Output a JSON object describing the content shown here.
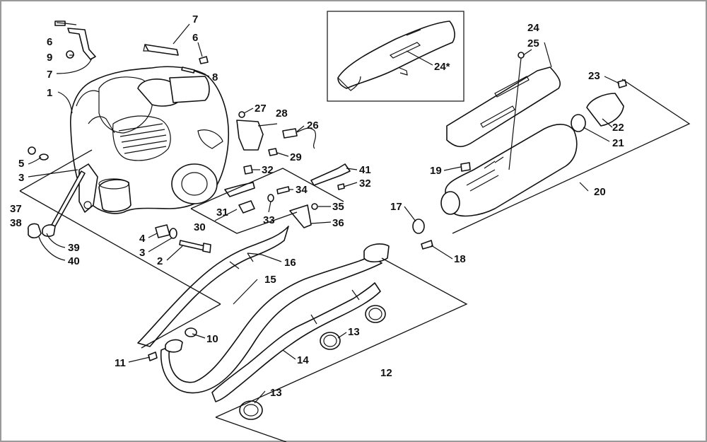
{
  "callouts": [
    {
      "id": "c1",
      "label": "1"
    },
    {
      "id": "c2",
      "label": "2"
    },
    {
      "id": "c3a",
      "label": "3"
    },
    {
      "id": "c3b",
      "label": "3"
    },
    {
      "id": "c4",
      "label": "4"
    },
    {
      "id": "c5",
      "label": "5"
    },
    {
      "id": "c6a",
      "label": "6"
    },
    {
      "id": "c6b",
      "label": "6"
    },
    {
      "id": "c7a",
      "label": "7"
    },
    {
      "id": "c7b",
      "label": "7"
    },
    {
      "id": "c8",
      "label": "8"
    },
    {
      "id": "c9",
      "label": "9"
    },
    {
      "id": "c10",
      "label": "10"
    },
    {
      "id": "c11",
      "label": "11"
    },
    {
      "id": "c12",
      "label": "12"
    },
    {
      "id": "c13a",
      "label": "13"
    },
    {
      "id": "c13b",
      "label": "13"
    },
    {
      "id": "c14",
      "label": "14"
    },
    {
      "id": "c15",
      "label": "15"
    },
    {
      "id": "c16",
      "label": "16"
    },
    {
      "id": "c17",
      "label": "17"
    },
    {
      "id": "c18",
      "label": "18"
    },
    {
      "id": "c19",
      "label": "19"
    },
    {
      "id": "c20",
      "label": "20"
    },
    {
      "id": "c21",
      "label": "21"
    },
    {
      "id": "c22",
      "label": "22"
    },
    {
      "id": "c23",
      "label": "23"
    },
    {
      "id": "c24a",
      "label": "24"
    },
    {
      "id": "c24b",
      "label": "24*"
    },
    {
      "id": "c25",
      "label": "25"
    },
    {
      "id": "c26",
      "label": "26"
    },
    {
      "id": "c27",
      "label": "27"
    },
    {
      "id": "c28",
      "label": "28"
    },
    {
      "id": "c29",
      "label": "29"
    },
    {
      "id": "c30",
      "label": "30"
    },
    {
      "id": "c31",
      "label": "31"
    },
    {
      "id": "c32a",
      "label": "32"
    },
    {
      "id": "c32b",
      "label": "32"
    },
    {
      "id": "c33",
      "label": "33"
    },
    {
      "id": "c34",
      "label": "34"
    },
    {
      "id": "c35",
      "label": "35"
    },
    {
      "id": "c36",
      "label": "36"
    },
    {
      "id": "c37",
      "label": "37"
    },
    {
      "id": "c38",
      "label": "38"
    },
    {
      "id": "c39",
      "label": "39"
    },
    {
      "id": "c40",
      "label": "40"
    },
    {
      "id": "c41",
      "label": "41"
    }
  ]
}
